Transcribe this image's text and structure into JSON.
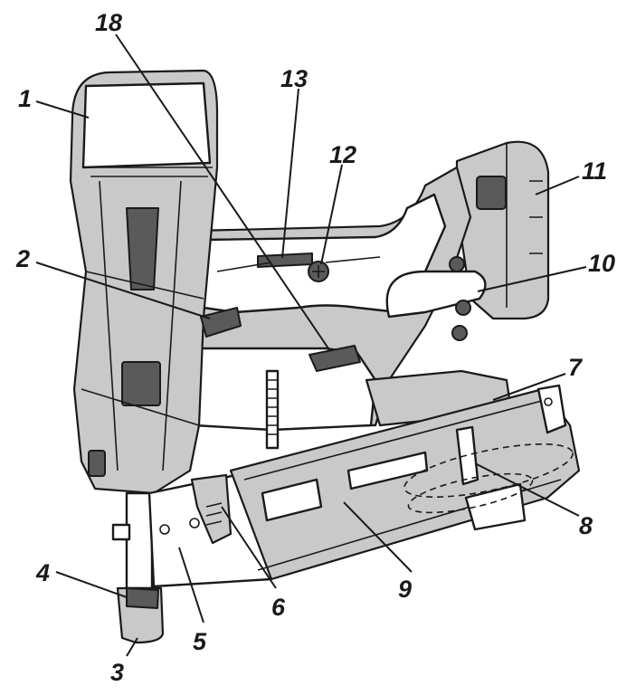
{
  "diagram": {
    "callouts": [
      {
        "id": "c1",
        "label": "1"
      },
      {
        "id": "c2",
        "label": "2"
      },
      {
        "id": "c3",
        "label": "3"
      },
      {
        "id": "c4",
        "label": "4"
      },
      {
        "id": "c5",
        "label": "5"
      },
      {
        "id": "c6",
        "label": "6"
      },
      {
        "id": "c7",
        "label": "7"
      },
      {
        "id": "c8",
        "label": "8"
      },
      {
        "id": "c9",
        "label": "9"
      },
      {
        "id": "c10",
        "label": "10"
      },
      {
        "id": "c11",
        "label": "11"
      },
      {
        "id": "c12",
        "label": "12"
      },
      {
        "id": "c13",
        "label": "13"
      },
      {
        "id": "c18",
        "label": "18"
      }
    ],
    "colors": {
      "ink": "#1a1a1a",
      "body_gray": "#c9c9c9",
      "dark_gray": "#5a5a5a",
      "background": "#ffffff"
    }
  }
}
